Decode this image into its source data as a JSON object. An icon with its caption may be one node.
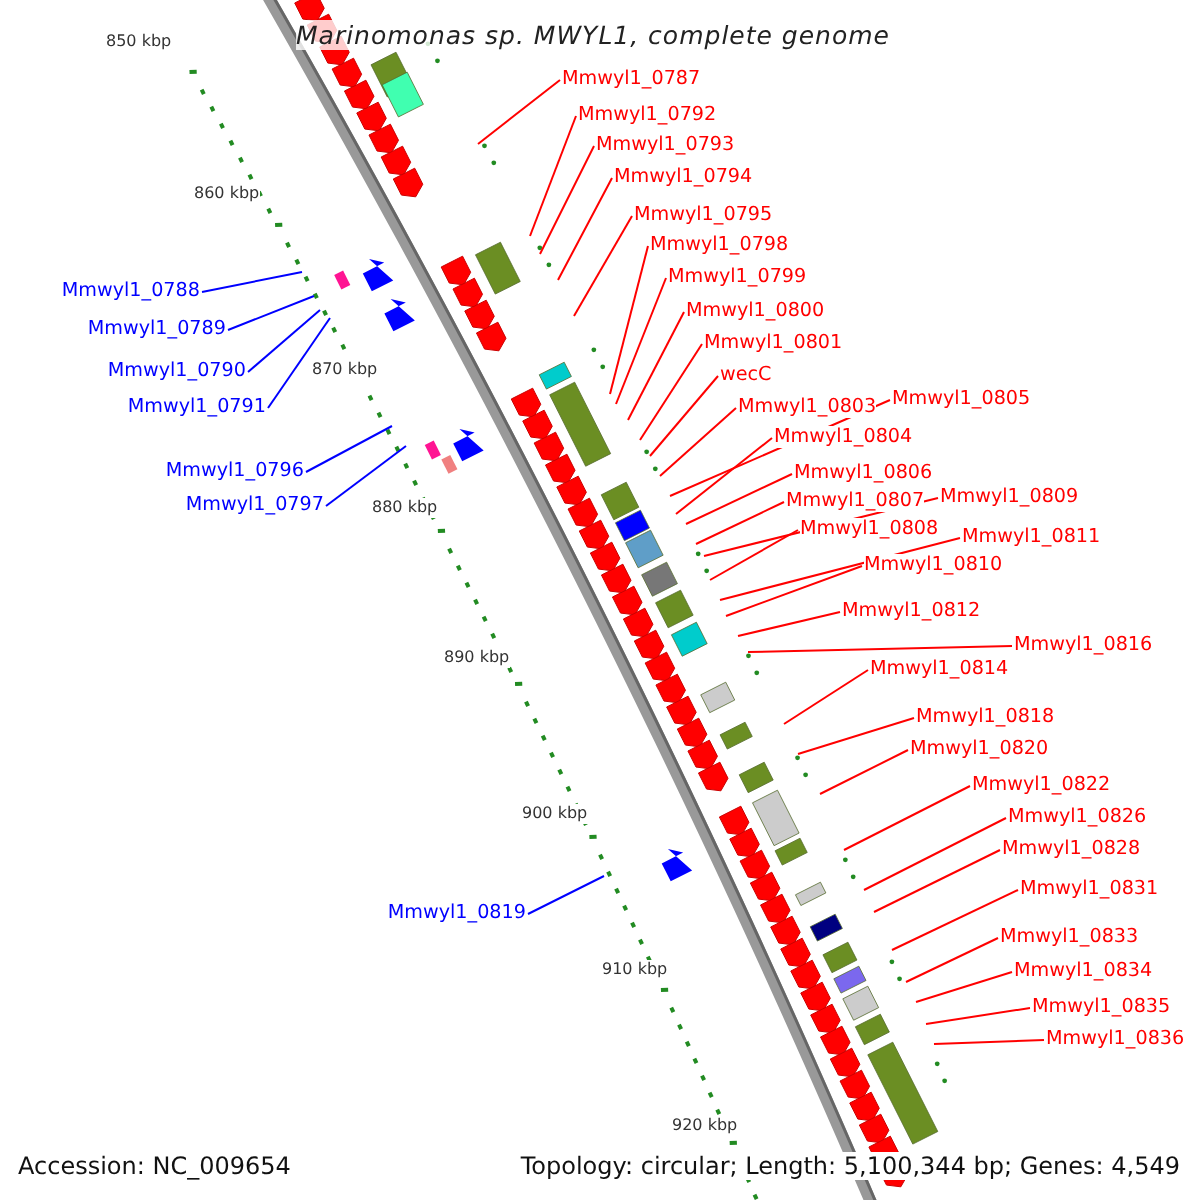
{
  "diagram": {
    "title": "Marinomonas sp. MWYL1, complete genome",
    "nodes": [
      {
        "text": [
          "Mmwyl1_0787"
        ]
      },
      {
        "text": [
          "Mmwyl1_0792"
        ]
      },
      {
        "text": [
          "Mmwyl1_0793"
        ]
      },
      {
        "text": [
          "Mmwyl1_0794"
        ]
      },
      {
        "text": [
          "Mmwyl1_0795"
        ]
      },
      {
        "text": [
          "Mmwyl1_0798"
        ]
      },
      {
        "text": [
          "Mmwyl1_0799"
        ]
      },
      {
        "text": [
          "Mmwyl1_0788"
        ]
      },
      {
        "text": [
          "Mmwyl1_0800"
        ]
      },
      {
        "text": [
          "Mmwyl1_0789"
        ]
      },
      {
        "text": [
          "Mmwyl1_0801"
        ]
      },
      {
        "text": [
          "Mmwyl1_0790"
        ]
      },
      {
        "text": [
          "wecC"
        ]
      },
      {
        "text": [
          "Mmwyl1_0805"
        ]
      },
      {
        "text": [
          "Mmwyl1_0791"
        ]
      },
      {
        "text": [
          "Mmwyl1_0803"
        ]
      },
      {
        "text": [
          "Mmwyl1_0804"
        ]
      },
      {
        "text": [
          "Mmwyl1_0796"
        ]
      },
      {
        "text": [
          "Mmwyl1_0806"
        ]
      },
      {
        "text": [
          "Mmwyl1_0809"
        ]
      },
      {
        "text": [
          "Mmwyl1_0807"
        ]
      },
      {
        "text": [
          "Mmwyl1_0797"
        ]
      },
      {
        "text": [
          "Mmwyl1_0808"
        ]
      },
      {
        "text": [
          "Mmwyl1_0811"
        ]
      },
      {
        "text": [
          "Mmwyl1_0810"
        ]
      },
      {
        "text": [
          "Mmwyl1_0812"
        ]
      },
      {
        "text": [
          "Mmwyl1_0816"
        ]
      },
      {
        "text": [
          "Mmwyl1_0814"
        ]
      },
      {
        "text": [
          "Mmwyl1_0818"
        ]
      },
      {
        "text": [
          "Mmwyl1_0820"
        ]
      },
      {
        "text": [
          "Mmwyl1_0822"
        ]
      },
      {
        "text": [
          "Mmwyl1_0826"
        ]
      },
      {
        "text": [
          "Mmwyl1_0828"
        ]
      },
      {
        "text": [
          "Mmwyl1_0831"
        ]
      },
      {
        "text": [
          "Mmwyl1_0819"
        ]
      },
      {
        "text": [
          "Mmwyl1_0833"
        ]
      },
      {
        "text": [
          "Mmwyl1_0834"
        ]
      },
      {
        "text": [
          "Mmwyl1_0835"
        ]
      },
      {
        "text": [
          "Mmwyl1_0836"
        ]
      }
    ],
    "edges": [
      {
        "from": 0,
        "to": null,
        "arrow": "none"
      },
      {
        "from": 1,
        "to": null,
        "arrow": "none"
      },
      {
        "from": 2,
        "to": null,
        "arrow": "none"
      },
      {
        "from": 3,
        "to": null,
        "arrow": "none"
      },
      {
        "from": 4,
        "to": null,
        "arrow": "none"
      },
      {
        "from": 5,
        "to": null,
        "arrow": "none"
      },
      {
        "from": 6,
        "to": null,
        "arrow": "none"
      },
      {
        "from": 7,
        "to": null,
        "arrow": "none",
        "color": "#0000ff"
      },
      {
        "from": 8,
        "to": null,
        "arrow": "none"
      },
      {
        "from": 9,
        "to": null,
        "arrow": "none",
        "color": "#0000ff"
      },
      {
        "from": 10,
        "to": null,
        "arrow": "none"
      },
      {
        "from": 11,
        "to": null,
        "arrow": "none",
        "color": "#0000ff"
      },
      {
        "from": 12,
        "to": null,
        "arrow": "none"
      },
      {
        "from": 13,
        "to": null,
        "arrow": "none"
      },
      {
        "from": 14,
        "to": null,
        "arrow": "none",
        "color": "#0000ff"
      },
      {
        "from": 15,
        "to": null,
        "arrow": "none"
      },
      {
        "from": 16,
        "to": null,
        "arrow": "none"
      },
      {
        "from": 17,
        "to": null,
        "arrow": "none",
        "color": "#0000ff"
      },
      {
        "from": 18,
        "to": null,
        "arrow": "none"
      },
      {
        "from": 19,
        "to": null,
        "arrow": "none"
      },
      {
        "from": 20,
        "to": null,
        "arrow": "none"
      },
      {
        "from": 21,
        "to": null,
        "arrow": "none",
        "color": "#0000ff"
      },
      {
        "from": 22,
        "to": null,
        "arrow": "none"
      },
      {
        "from": 23,
        "to": null,
        "arrow": "none"
      },
      {
        "from": 24,
        "to": null,
        "arrow": "none"
      },
      {
        "from": 25,
        "to": null,
        "arrow": "none"
      },
      {
        "from": 26,
        "to": null,
        "arrow": "none"
      },
      {
        "from": 27,
        "to": null,
        "arrow": "none"
      },
      {
        "from": 28,
        "to": null,
        "arrow": "none"
      },
      {
        "from": 29,
        "to": null,
        "arrow": "none"
      },
      {
        "from": 30,
        "to": null,
        "arrow": "none"
      },
      {
        "from": 31,
        "to": null,
        "arrow": "none"
      },
      {
        "from": 32,
        "to": null,
        "arrow": "none"
      },
      {
        "from": 33,
        "to": null,
        "arrow": "none"
      },
      {
        "from": 34,
        "to": null,
        "arrow": "none",
        "color": "#0000ff"
      },
      {
        "from": 35,
        "to": null,
        "arrow": "none"
      },
      {
        "from": 36,
        "to": null,
        "arrow": "none"
      },
      {
        "from": 37,
        "to": null,
        "arrow": "none"
      },
      {
        "from": 38,
        "to": null,
        "arrow": "none"
      }
    ],
    "labels": [
      "850 kbp",
      "860 kbp",
      "870 kbp",
      "880 kbp",
      "890 kbp",
      "900 kbp",
      "910 kbp",
      "920 kbp",
      "Accession: NC_009654",
      "Topology: circular; Length: 5,100,344 bp; Genes: 4,549"
    ]
  }
}
